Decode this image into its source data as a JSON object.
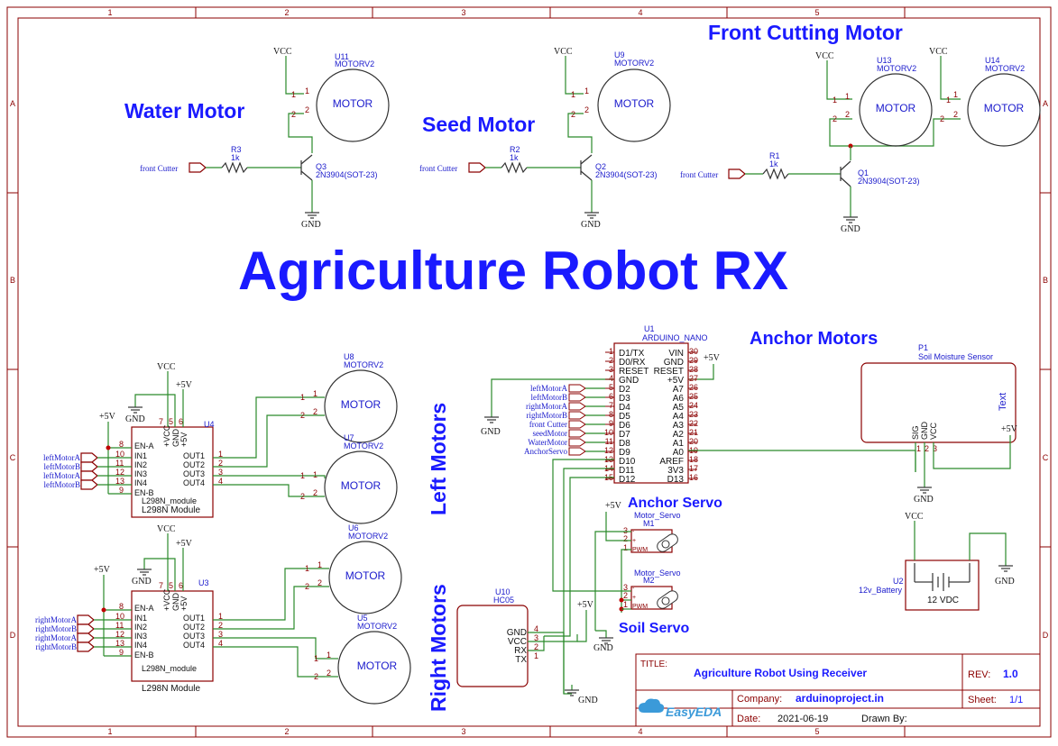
{
  "title": "Agriculture Robot RX",
  "frame": {
    "columns": [
      "1",
      "2",
      "3",
      "4",
      "5"
    ],
    "rows": [
      "A",
      "B",
      "C",
      "D"
    ]
  },
  "sections": {
    "water_motor": "Water Motor",
    "seed_motor": "Seed Motor",
    "front_cutting_motor": "Front Cutting Motor",
    "anchor_motors": "Anchor Motors",
    "left_motors": "Left Motors",
    "right_motors": "Right Motors",
    "anchor_servo": "Anchor Servo",
    "soil_servo": "Soil Servo"
  },
  "power": {
    "vcc": "VCC",
    "gnd": "GND",
    "p5v": "+5V"
  },
  "motors": {
    "u11": {
      "ref": "U11",
      "model": "MOTORV2",
      "label": "MOTOR"
    },
    "u9": {
      "ref": "U9",
      "model": "MOTORV2",
      "label": "MOTOR"
    },
    "u13": {
      "ref": "U13",
      "model": "MOTORV2",
      "label": "MOTOR"
    },
    "u14": {
      "ref": "U14",
      "model": "MOTORV2",
      "label": "MOTOR"
    },
    "u8": {
      "ref": "U8",
      "model": "MOTORV2",
      "label": "MOTOR"
    },
    "u7": {
      "ref": "U7",
      "model": "MOTORV2",
      "label": "MOTOR"
    },
    "u6": {
      "ref": "U6",
      "model": "MOTORV2",
      "label": "MOTOR"
    },
    "u5": {
      "ref": "U5",
      "model": "MOTORV2",
      "label": "MOTOR"
    }
  },
  "transistors": {
    "q1": {
      "ref": "Q1",
      "model": "2N3904(SOT-23)"
    },
    "q2": {
      "ref": "Q2",
      "model": "2N3904(SOT-23)"
    },
    "q3": {
      "ref": "Q3",
      "model": "2N3904(SOT-23)"
    }
  },
  "resistors": {
    "r1": {
      "ref": "R1",
      "value": "1k"
    },
    "r2": {
      "ref": "R2",
      "value": "1k"
    },
    "r3": {
      "ref": "R3",
      "value": "1k"
    }
  },
  "net_front_cutter": "front Cutter",
  "l298": {
    "u4": {
      "ref": "U4",
      "name": "L298N_module",
      "caption": "L298N Module"
    },
    "u3": {
      "ref": "U3",
      "name": "L298N_module",
      "caption": "L298N Module"
    },
    "pins_left": [
      "EN-A",
      "IN1",
      "IN2",
      "IN3",
      "IN4",
      "EN-B"
    ],
    "pins_left_nums": [
      "8",
      "10",
      "11",
      "12",
      "13",
      "9"
    ],
    "pins_right": [
      "OUT1",
      "OUT2",
      "OUT3",
      "OUT4"
    ],
    "pins_right_nums": [
      "1",
      "2",
      "3",
      "4"
    ],
    "pins_top": [
      "+VCC",
      "GND",
      "+5V"
    ],
    "pins_top_nums": [
      "7",
      "5",
      "6"
    ],
    "left_nets": [
      "leftMotorA",
      "leftMotorB",
      "leftMotorA",
      "leftMotorB"
    ],
    "right_nets": [
      "rightMotorA",
      "rightMotorB",
      "rightMotorA",
      "rightMotorB"
    ]
  },
  "nano": {
    "ref": "U1",
    "name": "ARDUINO_NANO",
    "left_pins": [
      {
        "n": "1",
        "l": "D1/TX"
      },
      {
        "n": "2",
        "l": "D0/RX"
      },
      {
        "n": "3",
        "l": "RESET"
      },
      {
        "n": "4",
        "l": "GND"
      },
      {
        "n": "5",
        "l": "D2"
      },
      {
        "n": "6",
        "l": "D3"
      },
      {
        "n": "7",
        "l": "D4"
      },
      {
        "n": "8",
        "l": "D5"
      },
      {
        "n": "9",
        "l": "D6"
      },
      {
        "n": "10",
        "l": "D7"
      },
      {
        "n": "11",
        "l": "D8"
      },
      {
        "n": "12",
        "l": "D9"
      },
      {
        "n": "13",
        "l": "D10"
      },
      {
        "n": "14",
        "l": "D11"
      },
      {
        "n": "15",
        "l": "D12"
      }
    ],
    "right_pins": [
      {
        "n": "30",
        "l": "VIN"
      },
      {
        "n": "29",
        "l": "GND"
      },
      {
        "n": "28",
        "l": "RESET"
      },
      {
        "n": "27",
        "l": "+5V"
      },
      {
        "n": "26",
        "l": "A7"
      },
      {
        "n": "25",
        "l": "A6"
      },
      {
        "n": "24",
        "l": "A5"
      },
      {
        "n": "23",
        "l": "A4"
      },
      {
        "n": "22",
        "l": "A3"
      },
      {
        "n": "21",
        "l": "A2"
      },
      {
        "n": "20",
        "l": "A1"
      },
      {
        "n": "19",
        "l": "A0"
      },
      {
        "n": "18",
        "l": "AREF"
      },
      {
        "n": "17",
        "l": "3V3"
      },
      {
        "n": "16",
        "l": "D13"
      }
    ],
    "nets": [
      "leftMotorA",
      "leftMotorB",
      "rightMotorA",
      "rightMotorB",
      "front Cutter",
      "seedMotor",
      "WaterMotor",
      "AnchorServo"
    ]
  },
  "sensor": {
    "ref": "P1",
    "name": "Soil Moisture Sensor",
    "text": "Text",
    "pins": [
      "SIG",
      "GND",
      "VCC"
    ],
    "nums": [
      "1",
      "2",
      "3"
    ]
  },
  "servos": {
    "m1": {
      "ref": "M1",
      "name": "Motor_Servo"
    },
    "m2": {
      "ref": "M2",
      "name": "Motor_Servo"
    },
    "pins": [
      "-",
      "+",
      "PWM"
    ],
    "nums": [
      "3",
      "2",
      "1"
    ]
  },
  "hc05": {
    "ref": "U10",
    "name": "HC05",
    "pins": [
      "GND",
      "VCC",
      "RX",
      "TX"
    ],
    "nums": [
      "4",
      "3",
      "2",
      "1"
    ]
  },
  "battery": {
    "ref": "U2",
    "name": "12v_Battery",
    "value": "12 VDC"
  },
  "title_block": {
    "title_label": "TITLE:",
    "title": "Agriculture Robot Using Receiver",
    "rev_label": "REV:",
    "rev": "1.0",
    "company_label": "Company:",
    "company": "arduinoproject.in",
    "sheet_label": "Sheet:",
    "sheet": "1/1",
    "date_label": "Date:",
    "date": "2021-06-19",
    "drawn_label": "Drawn By:",
    "logo": "EasyEDA"
  },
  "colors": {
    "wire": "#2b8a2b",
    "frame": "#8b0000",
    "heading": "#1a1aff",
    "junction": "#c00000"
  }
}
